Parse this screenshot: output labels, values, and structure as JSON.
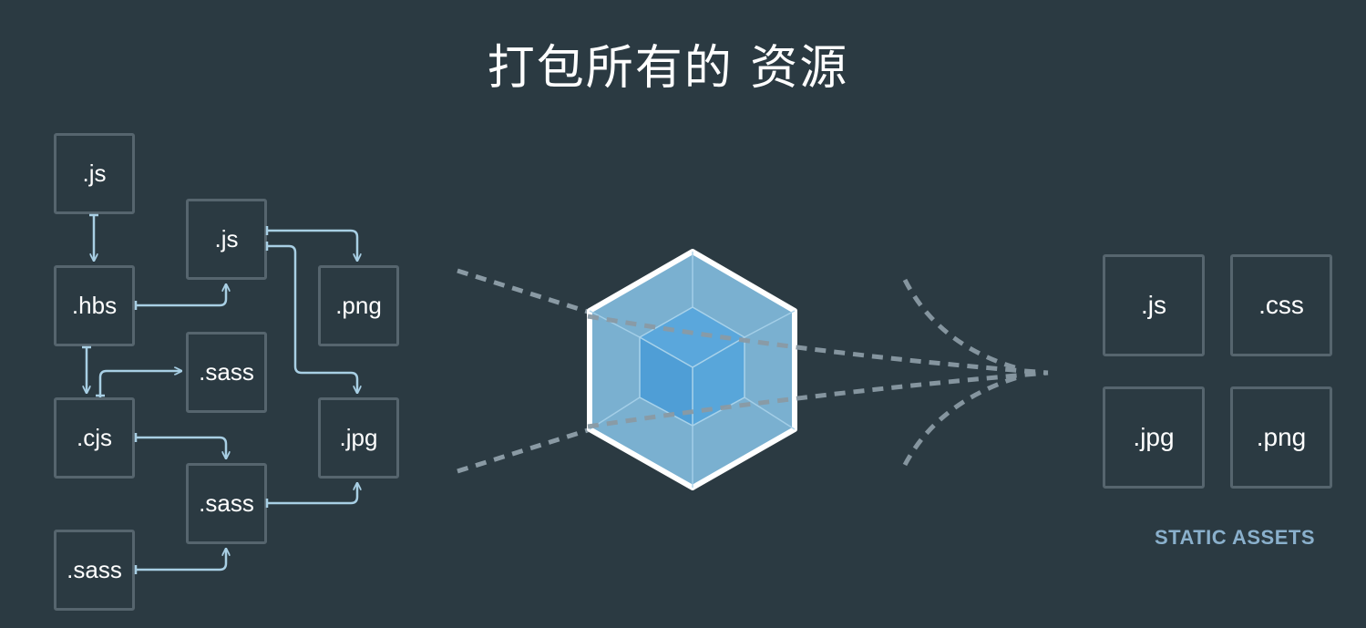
{
  "title": "打包所有的 资源",
  "source_files": [
    {
      "id": "js_top",
      "label": ".js"
    },
    {
      "id": "js_mid",
      "label": ".js"
    },
    {
      "id": "hbs",
      "label": ".hbs"
    },
    {
      "id": "png",
      "label": ".png"
    },
    {
      "id": "sass_a",
      "label": ".sass"
    },
    {
      "id": "cjs",
      "label": ".cjs"
    },
    {
      "id": "jpg",
      "label": ".jpg"
    },
    {
      "id": "sass_b",
      "label": ".sass"
    },
    {
      "id": "sass_c",
      "label": ".sass"
    }
  ],
  "static_assets": {
    "caption": "STATIC ASSETS",
    "items": [
      ".js",
      ".css",
      ".jpg",
      ".png"
    ]
  },
  "colors": {
    "background": "#2b3a42",
    "box_border": "#56656e",
    "arrow": "#a8cfe4",
    "dots": "#8a9aa4",
    "cube_outer": "#8ed6fb",
    "cube_inner": "#1c78c0",
    "caption": "#8ab0cc"
  }
}
